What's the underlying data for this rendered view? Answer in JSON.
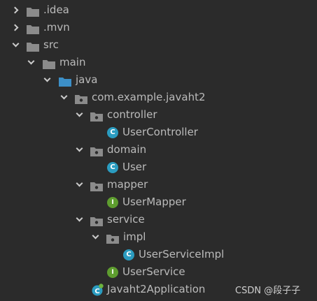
{
  "tree": {
    "items": [
      {
        "label": "-"
      },
      {
        "label": ".idea"
      },
      {
        "label": ".mvn"
      },
      {
        "label": "src"
      },
      {
        "label": "main"
      },
      {
        "label": "java"
      },
      {
        "label": "com.example.javaht2"
      },
      {
        "label": "controller"
      },
      {
        "label": "UserController"
      },
      {
        "label": "domain"
      },
      {
        "label": "User"
      },
      {
        "label": "mapper"
      },
      {
        "label": "UserMapper"
      },
      {
        "label": "service"
      },
      {
        "label": "impl"
      },
      {
        "label": "UserServiceImpl"
      },
      {
        "label": "UserService"
      },
      {
        "label": "Javaht2Application"
      }
    ]
  },
  "icons": {
    "class_letter": "C",
    "interface_letter": "I"
  },
  "colors": {
    "background": "#2b2b2b",
    "text": "#bbbbbb",
    "folder": "#8b8b8b",
    "source_folder": "#3c8fc7",
    "class_icon": "#2b9cc0",
    "interface_icon": "#5e9d2f"
  },
  "watermark": "CSDN @段子子"
}
